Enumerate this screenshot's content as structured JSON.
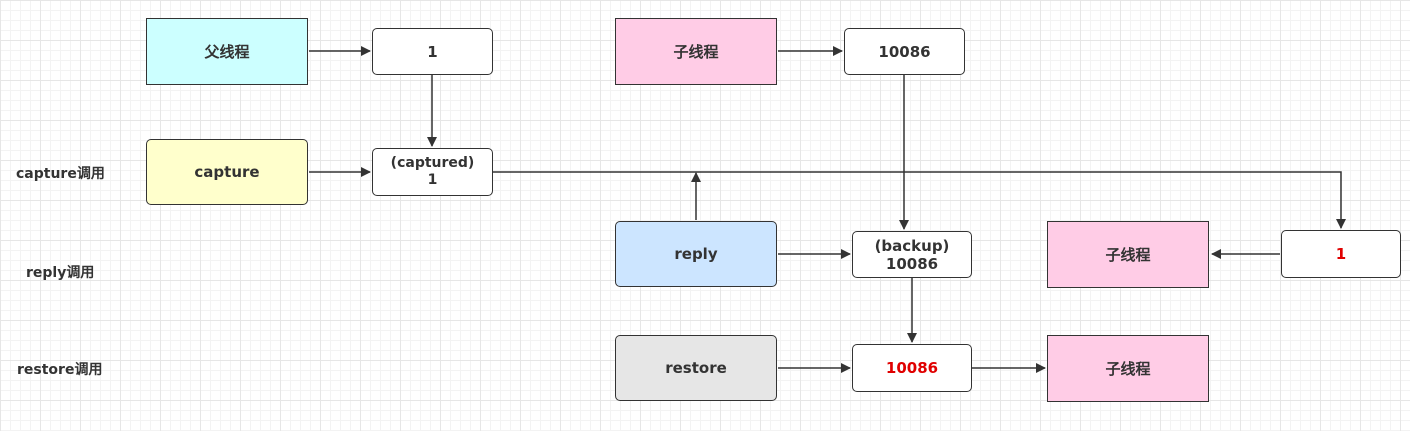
{
  "row_labels": {
    "capture": "capture调用",
    "reply": "reply调用",
    "restore": "restore调用"
  },
  "nodes": {
    "parent_thread": "父线程",
    "parent_value": "1",
    "child_thread_top": "子线程",
    "child_value_top": "10086",
    "capture": "capture",
    "captured_line1": "(captured)",
    "captured_line2": "1",
    "reply": "reply",
    "backup_line1": "(backup)",
    "backup_line2": "10086",
    "child_thread_reply": "子线程",
    "reply_value": "1",
    "restore": "restore",
    "restored_value": "10086",
    "child_thread_restore": "子线程"
  },
  "colors": {
    "parent_thread_fill": "#ccffff",
    "child_thread_fill": "#ffcce6",
    "capture_fill": "#ffffcc",
    "reply_fill": "#cce5ff",
    "restore_fill": "#e6e6e6",
    "highlight_text": "#e00000",
    "stroke": "#333333"
  }
}
